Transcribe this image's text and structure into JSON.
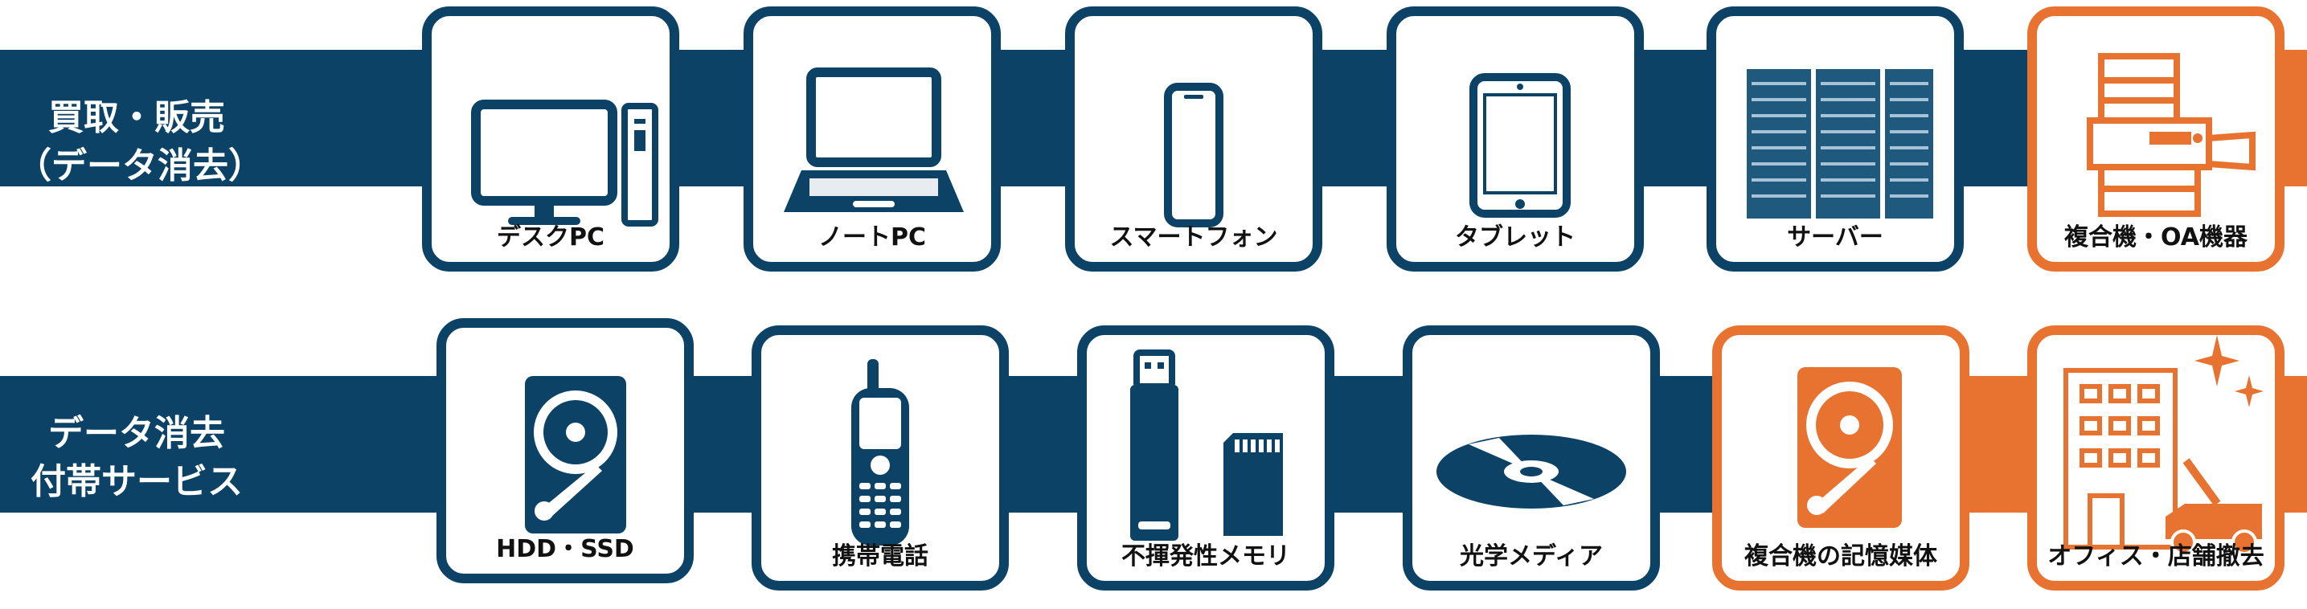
{
  "rows": [
    {
      "label_lines": [
        "買取・販売",
        "（データ消去）"
      ],
      "items": [
        {
          "caption": "デスクPC",
          "icon": "desktop-pc-icon"
        },
        {
          "caption": "ノートPC",
          "icon": "laptop-icon"
        },
        {
          "caption": "スマートフォン",
          "icon": "smartphone-icon"
        },
        {
          "caption": "タブレット",
          "icon": "tablet-icon"
        },
        {
          "caption": "サーバー",
          "icon": "server-rack-icon"
        },
        {
          "caption": "複合機・OA機器",
          "icon": "copier-icon"
        }
      ]
    },
    {
      "label_lines": [
        "データ消去",
        "付帯サービス"
      ],
      "items": [
        {
          "caption": "HDD・SSD",
          "icon": "hard-disk-icon"
        },
        {
          "caption": "携帯電話",
          "icon": "feature-phone-icon"
        },
        {
          "caption": "不揮発性メモリ",
          "icon": "usb-sd-card-icon"
        },
        {
          "caption": "光学メディア",
          "icon": "optical-disc-icon"
        },
        {
          "caption": "複合機の記憶媒体",
          "icon": "copier-storage-icon"
        },
        {
          "caption": "オフィス・店舗撤去",
          "icon": "office-removal-icon"
        }
      ]
    }
  ],
  "colors": {
    "navy": "#0b4266",
    "orange": "#e8722f",
    "white": "#ffffff"
  }
}
